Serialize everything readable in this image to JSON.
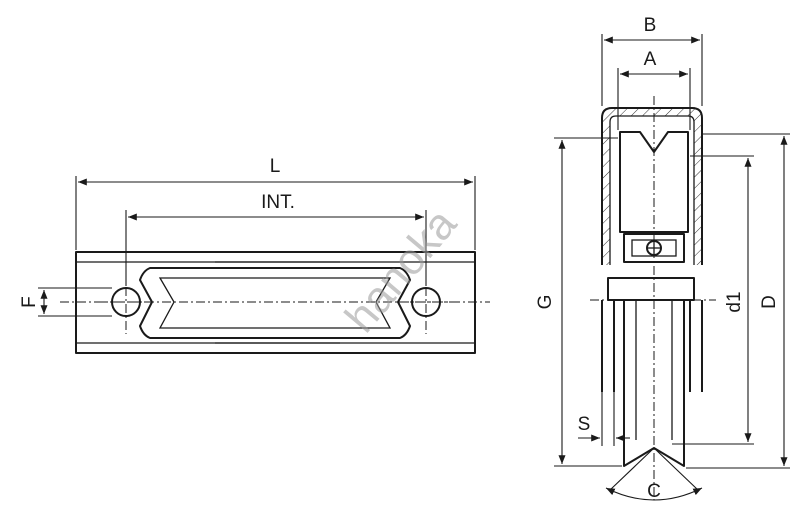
{
  "front_view": {
    "dim_L": "L",
    "dim_INT": "INT.",
    "dim_F": "F"
  },
  "section_view": {
    "dim_B": "B",
    "dim_A": "A",
    "dim_G": "G",
    "dim_d1": "d1",
    "dim_D": "D",
    "dim_S": "S",
    "dim_C": "C"
  },
  "watermark": "hanoka"
}
